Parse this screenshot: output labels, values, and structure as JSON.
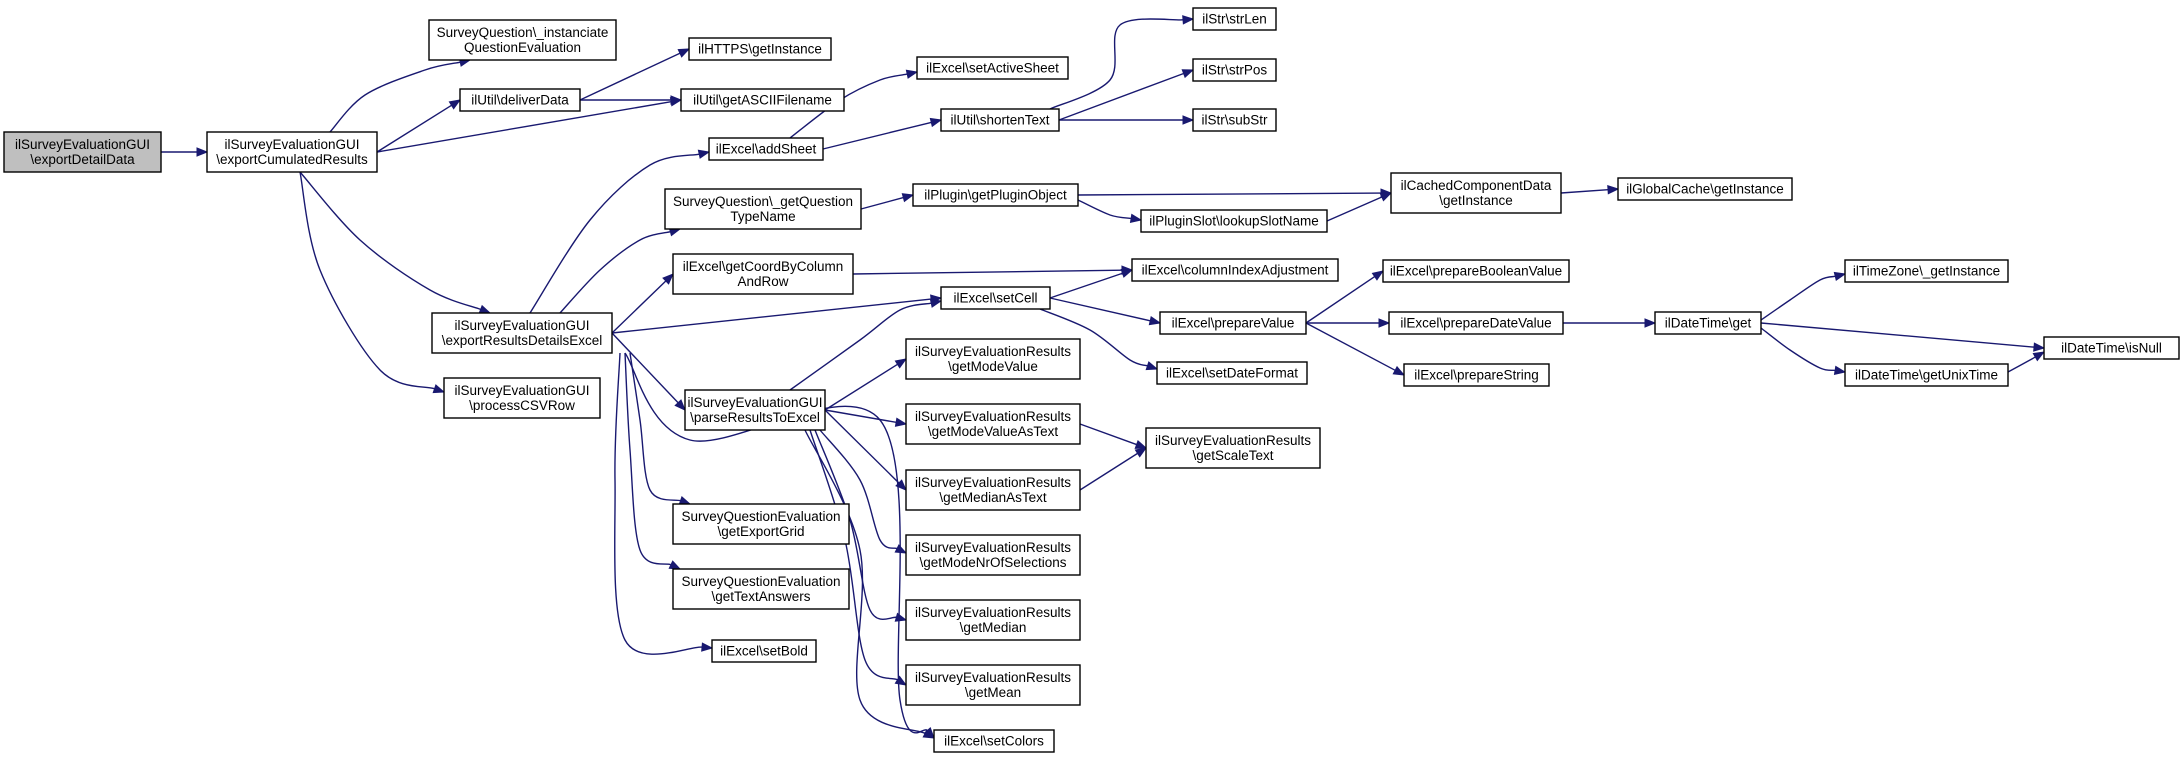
{
  "graph": {
    "colors": {
      "edge": "#191970",
      "node_border": "#000000",
      "root_fill": "#bfbfbf",
      "node_fill": "#ffffff"
    },
    "nodes": [
      {
        "id": "root",
        "root": true,
        "lines": [
          "ilSurveyEvaluationGUI",
          "\\exportDetailData"
        ]
      },
      {
        "id": "cumulated",
        "lines": [
          "ilSurveyEvaluationGUI",
          "\\exportCumulatedResults"
        ]
      },
      {
        "id": "instanciate",
        "lines": [
          "SurveyQuestion\\_instanciate",
          "QuestionEvaluation"
        ]
      },
      {
        "id": "deliverData",
        "lines": [
          "ilUtil\\deliverData"
        ]
      },
      {
        "id": "httpsGetInstance",
        "lines": [
          "ilHTTPS\\getInstance"
        ]
      },
      {
        "id": "asciiFilename",
        "lines": [
          "ilUtil\\getASCIIFilename"
        ]
      },
      {
        "id": "detailsExcel",
        "lines": [
          "ilSurveyEvaluationGUI",
          "\\exportResultsDetailsExcel"
        ]
      },
      {
        "id": "processCSV",
        "lines": [
          "ilSurveyEvaluationGUI",
          "\\processCSVRow"
        ]
      },
      {
        "id": "addSheet",
        "lines": [
          "ilExcel\\addSheet"
        ]
      },
      {
        "id": "setActiveSheet",
        "lines": [
          "ilExcel\\setActiveSheet"
        ]
      },
      {
        "id": "shortenText",
        "lines": [
          "ilUtil\\shortenText"
        ]
      },
      {
        "id": "strLen",
        "lines": [
          "ilStr\\strLen"
        ]
      },
      {
        "id": "strPos",
        "lines": [
          "ilStr\\strPos"
        ]
      },
      {
        "id": "subStr",
        "lines": [
          "ilStr\\subStr"
        ]
      },
      {
        "id": "questionTypeName",
        "lines": [
          "SurveyQuestion\\_getQuestion",
          "TypeName"
        ]
      },
      {
        "id": "pluginObject",
        "lines": [
          "ilPlugin\\getPluginObject"
        ]
      },
      {
        "id": "lookupSlot",
        "lines": [
          "ilPluginSlot\\lookupSlotName"
        ]
      },
      {
        "id": "cachedComponent",
        "lines": [
          "ilCachedComponentData",
          "\\getInstance"
        ]
      },
      {
        "id": "globalCache",
        "lines": [
          "ilGlobalCache\\getInstance"
        ]
      },
      {
        "id": "coordByColumn",
        "lines": [
          "ilExcel\\getCoordByColumn",
          "AndRow"
        ]
      },
      {
        "id": "columnIndex",
        "lines": [
          "ilExcel\\columnIndexAdjustment"
        ]
      },
      {
        "id": "setCell",
        "lines": [
          "ilExcel\\setCell"
        ]
      },
      {
        "id": "prepareValue",
        "lines": [
          "ilExcel\\prepareValue"
        ]
      },
      {
        "id": "prepareBoolean",
        "lines": [
          "ilExcel\\prepareBooleanValue"
        ]
      },
      {
        "id": "prepareDate",
        "lines": [
          "ilExcel\\prepareDateValue"
        ]
      },
      {
        "id": "prepareString",
        "lines": [
          "ilExcel\\prepareString"
        ]
      },
      {
        "id": "setDateFormat",
        "lines": [
          "ilExcel\\setDateFormat"
        ]
      },
      {
        "id": "dateTimeGet",
        "lines": [
          "ilDateTime\\get"
        ]
      },
      {
        "id": "timeZone",
        "lines": [
          "ilTimeZone\\_getInstance"
        ]
      },
      {
        "id": "unixTime",
        "lines": [
          "ilDateTime\\getUnixTime"
        ]
      },
      {
        "id": "isNull",
        "lines": [
          "ilDateTime\\isNull"
        ]
      },
      {
        "id": "parseResults",
        "lines": [
          "ilSurveyEvaluationGUI",
          "\\parseResultsToExcel"
        ]
      },
      {
        "id": "modeValue",
        "lines": [
          "ilSurveyEvaluationResults",
          "\\getModeValue"
        ]
      },
      {
        "id": "modeValueText",
        "lines": [
          "ilSurveyEvaluationResults",
          "\\getModeValueAsText"
        ]
      },
      {
        "id": "scaleText",
        "lines": [
          "ilSurveyEvaluationResults",
          "\\getScaleText"
        ]
      },
      {
        "id": "medianText",
        "lines": [
          "ilSurveyEvaluationResults",
          "\\getMedianAsText"
        ]
      },
      {
        "id": "modeNr",
        "lines": [
          "ilSurveyEvaluationResults",
          "\\getModeNrOfSelections"
        ]
      },
      {
        "id": "median",
        "lines": [
          "ilSurveyEvaluationResults",
          "\\getMedian"
        ]
      },
      {
        "id": "mean",
        "lines": [
          "ilSurveyEvaluationResults",
          "\\getMean"
        ]
      },
      {
        "id": "setColors",
        "lines": [
          "ilExcel\\setColors"
        ]
      },
      {
        "id": "exportGrid",
        "lines": [
          "SurveyQuestionEvaluation",
          "\\getExportGrid"
        ]
      },
      {
        "id": "textAnswers",
        "lines": [
          "SurveyQuestionEvaluation",
          "\\getTextAnswers"
        ]
      },
      {
        "id": "setBold",
        "lines": [
          "ilExcel\\setBold"
        ]
      }
    ],
    "edges": [
      {
        "from": "root",
        "to": "cumulated"
      },
      {
        "from": "cumulated",
        "to": "instanciate"
      },
      {
        "from": "cumulated",
        "to": "deliverData"
      },
      {
        "from": "cumulated",
        "to": "asciiFilename"
      },
      {
        "from": "cumulated",
        "to": "detailsExcel"
      },
      {
        "from": "cumulated",
        "to": "processCSV"
      },
      {
        "from": "deliverData",
        "to": "httpsGetInstance"
      },
      {
        "from": "deliverData",
        "to": "asciiFilename"
      },
      {
        "from": "detailsExcel",
        "to": "addSheet"
      },
      {
        "from": "detailsExcel",
        "to": "questionTypeName"
      },
      {
        "from": "detailsExcel",
        "to": "coordByColumn"
      },
      {
        "from": "detailsExcel",
        "to": "setCell"
      },
      {
        "from": "detailsExcel",
        "to": "parseResults"
      },
      {
        "from": "detailsExcel",
        "to": "exportGrid"
      },
      {
        "from": "detailsExcel",
        "to": "textAnswers"
      },
      {
        "from": "detailsExcel",
        "to": "setBold"
      },
      {
        "from": "detailsExcel",
        "to": "setColors"
      },
      {
        "from": "addSheet",
        "to": "setActiveSheet"
      },
      {
        "from": "addSheet",
        "to": "shortenText"
      },
      {
        "from": "shortenText",
        "to": "strLen"
      },
      {
        "from": "shortenText",
        "to": "strPos"
      },
      {
        "from": "shortenText",
        "to": "subStr"
      },
      {
        "from": "questionTypeName",
        "to": "pluginObject"
      },
      {
        "from": "pluginObject",
        "to": "cachedComponent"
      },
      {
        "from": "pluginObject",
        "to": "lookupSlot"
      },
      {
        "from": "lookupSlot",
        "to": "cachedComponent"
      },
      {
        "from": "cachedComponent",
        "to": "globalCache"
      },
      {
        "from": "coordByColumn",
        "to": "columnIndex"
      },
      {
        "from": "setCell",
        "to": "columnIndex"
      },
      {
        "from": "setCell",
        "to": "prepareValue"
      },
      {
        "from": "setCell",
        "to": "setDateFormat"
      },
      {
        "from": "prepareValue",
        "to": "prepareBoolean"
      },
      {
        "from": "prepareValue",
        "to": "prepareDate"
      },
      {
        "from": "prepareValue",
        "to": "prepareString"
      },
      {
        "from": "prepareDate",
        "to": "dateTimeGet"
      },
      {
        "from": "dateTimeGet",
        "to": "timeZone"
      },
      {
        "from": "dateTimeGet",
        "to": "unixTime"
      },
      {
        "from": "dateTimeGet",
        "to": "isNull"
      },
      {
        "from": "unixTime",
        "to": "isNull"
      },
      {
        "from": "parseResults",
        "to": "setCell"
      },
      {
        "from": "parseResults",
        "to": "modeValue"
      },
      {
        "from": "parseResults",
        "to": "modeValueText"
      },
      {
        "from": "parseResults",
        "to": "medianText"
      },
      {
        "from": "parseResults",
        "to": "modeNr"
      },
      {
        "from": "parseResults",
        "to": "median"
      },
      {
        "from": "parseResults",
        "to": "mean"
      },
      {
        "from": "parseResults",
        "to": "setColors"
      },
      {
        "from": "modeValueText",
        "to": "scaleText"
      },
      {
        "from": "medianText",
        "to": "scaleText"
      }
    ]
  }
}
